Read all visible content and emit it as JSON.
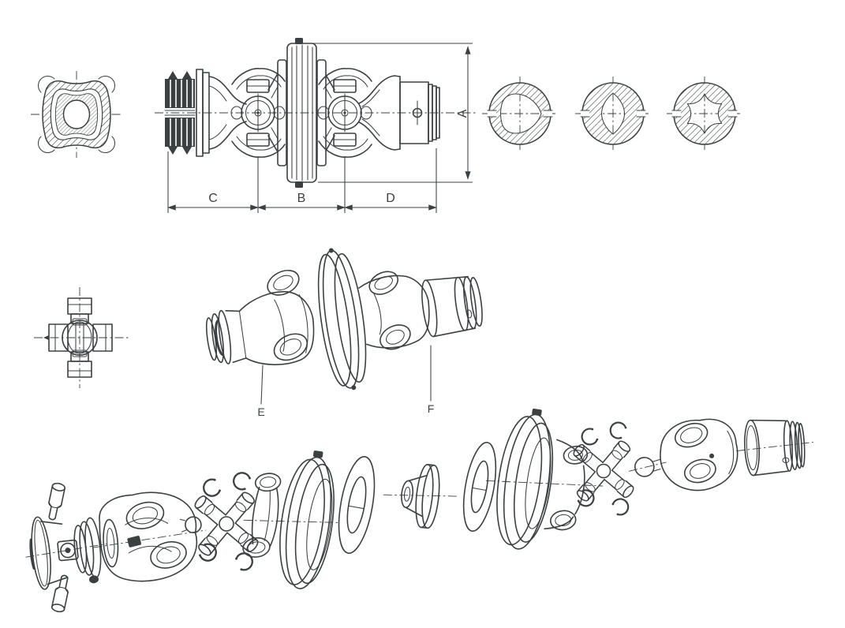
{
  "page": {
    "background_color": "#ffffff",
    "ink_color": "#3b4043",
    "content": "technical line drawing of a wide-angle PTO universal joint: dimensioned side view, tube bore profiles, cross journal, isometric view, exploded parts view"
  },
  "dimension_labels": {
    "a": "A",
    "b": "B",
    "c": "C",
    "d": "D"
  },
  "callout_labels": {
    "e": "E",
    "f": "F"
  }
}
